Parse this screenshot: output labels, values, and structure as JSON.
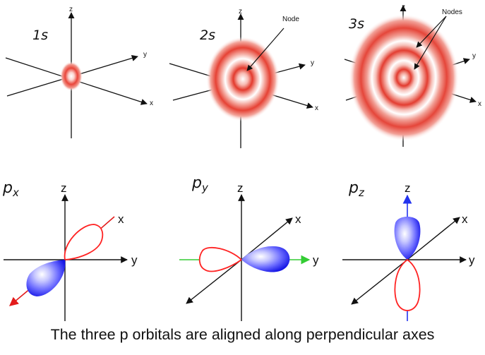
{
  "s_orbitals": [
    {
      "label": "1s",
      "axes": {
        "x": "x",
        "y": "y",
        "z": "z"
      }
    },
    {
      "label": "2s",
      "axes": {
        "x": "x",
        "y": "y",
        "z": "z"
      },
      "annotation": "Node"
    },
    {
      "label": "3s",
      "axes": {
        "x": "x",
        "y": "y",
        "z": "z"
      },
      "annotation": "Nodes"
    }
  ],
  "p_orbitals": [
    {
      "label": "p",
      "subscript": "x",
      "axes": {
        "x": "x",
        "y": "y",
        "z": "z"
      }
    },
    {
      "label": "p",
      "subscript": "y",
      "axes": {
        "x": "x",
        "y": "y",
        "z": "z"
      }
    },
    {
      "label": "p",
      "subscript": "z",
      "axes": {
        "x": "x",
        "y": "y",
        "z": "z"
      }
    }
  ],
  "caption": "The three p orbitals are aligned along perpendicular axes",
  "colors": {
    "red": "#e53a2c",
    "blue": "#2a2aff",
    "green": "#3cd23c",
    "lobe_outline": "#ff2222"
  }
}
